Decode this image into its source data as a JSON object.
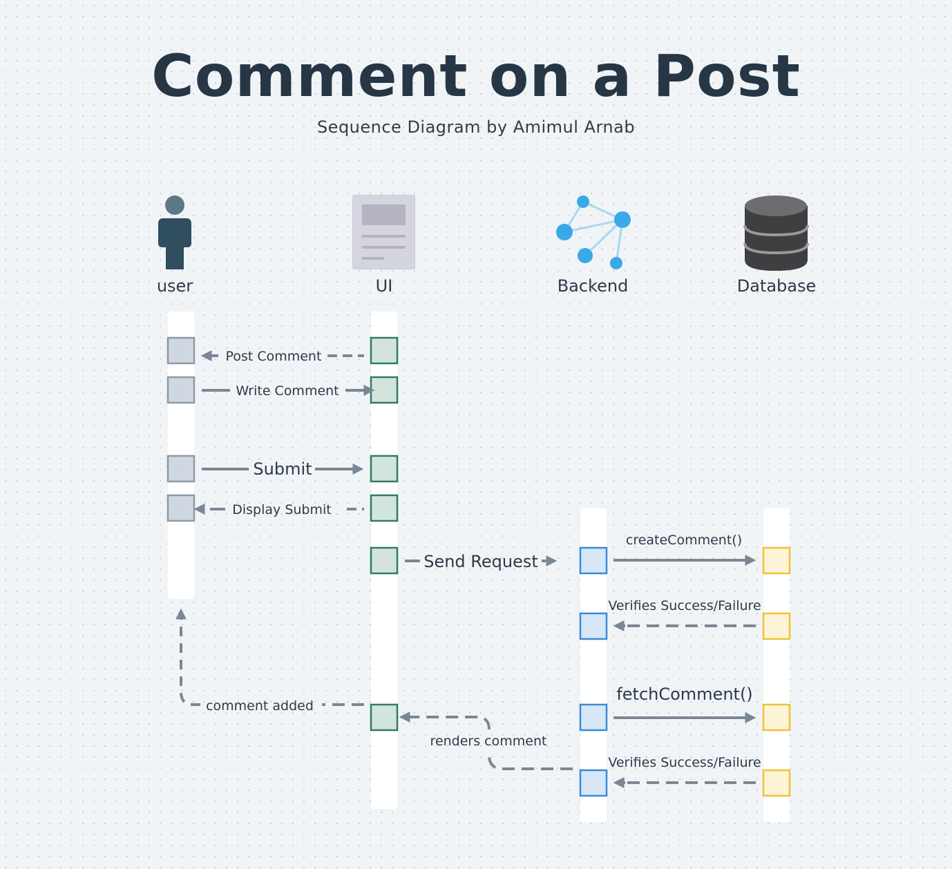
{
  "title": "Comment on a Post",
  "subtitle": "Sequence Diagram by Amimul Arnab",
  "actors": {
    "user": {
      "label": "user",
      "icon": "person-icon"
    },
    "ui": {
      "label": "UI",
      "icon": "document-icon"
    },
    "backend": {
      "label": "Backend",
      "icon": "network-icon"
    },
    "database": {
      "label": "Database",
      "icon": "database-icon"
    }
  },
  "messages": {
    "post_comment": "Post Comment",
    "write_comment": "Write Comment",
    "submit": "Submit",
    "display_submit": "Display Submit",
    "send_request": "Send Request",
    "create_comment": "createComment()",
    "verifies_1": "Verifies Success/Failure",
    "fetch_comment": "fetchComment()",
    "verifies_2": "Verifies Success/Failure",
    "renders_comment": "renders comment",
    "comment_added": "comment added"
  },
  "colors": {
    "user_box": "#cfd8e0",
    "user_box_border": "#8c99a6",
    "ui_box": "#d3e4df",
    "ui_box_border": "#2e7d63",
    "backend_box": "#d6e7f7",
    "backend_box_border": "#3a8ad6",
    "db_box": "#fdf3d6",
    "db_box_border": "#f0c233",
    "arrow": "#7a8794"
  }
}
